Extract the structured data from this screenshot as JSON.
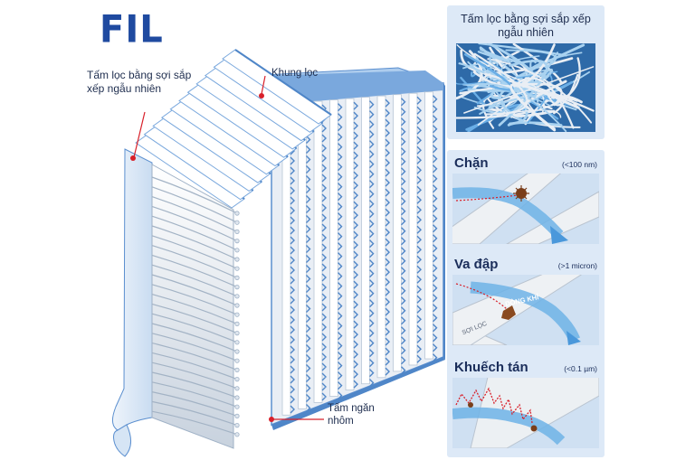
{
  "brand": {
    "logo_text": "FIL"
  },
  "labels": {
    "media_left": "Tấm lọc bằng sợi sắp xếp ngẫu nhiên",
    "frame": "Khung lọc",
    "separator": "Tấm ngăn nhôm"
  },
  "detail_panel": {
    "title": "Tấm lọc bằng sợi sắp xếp ngẫu nhiên"
  },
  "mechanisms": [
    {
      "title": "Chặn",
      "size": "(<100 nm)"
    },
    {
      "title": "Va đập",
      "size": "(>1 micron)",
      "flow_label": "DÒNG KHÍ",
      "fiber_label": "SỢI LỌC"
    },
    {
      "title": "Khuếch tán",
      "size": "(<0.1 µm)"
    }
  ],
  "colors": {
    "brand": "#1f4aa0",
    "frame": "#9cc2ea",
    "frame_dark": "#4f86c8",
    "arrow": "#5ca6e0",
    "marker": "#d8202a",
    "particle": "#8a4a20"
  }
}
